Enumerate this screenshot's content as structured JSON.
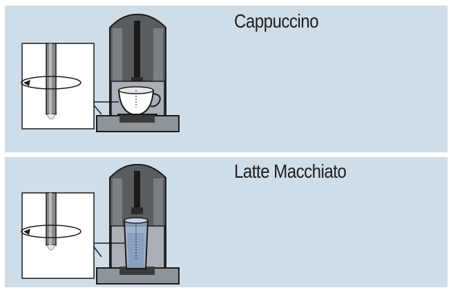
{
  "drinks": [
    {
      "name": "Cappuccino",
      "container": "cup"
    },
    {
      "name": "Latte Macchiato",
      "container": "glass"
    }
  ]
}
